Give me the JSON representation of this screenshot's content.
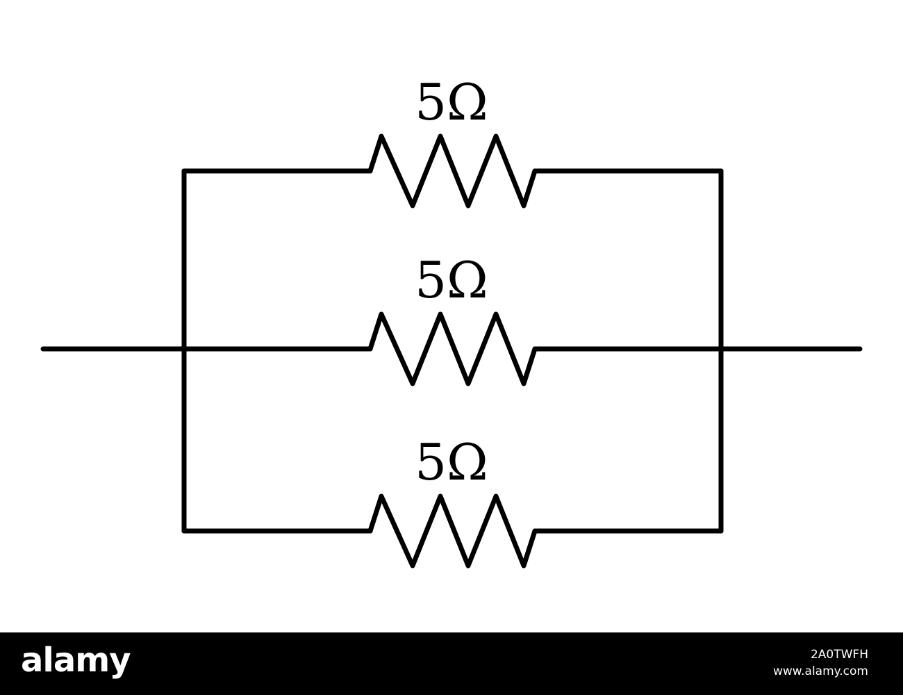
{
  "diagram": {
    "type": "parallel-resistor-circuit",
    "resistors": [
      {
        "id": "top",
        "label": "5Ω"
      },
      {
        "id": "middle",
        "label": "5Ω"
      },
      {
        "id": "bottom",
        "label": "5Ω"
      }
    ],
    "colors": {
      "stroke": "#000000",
      "background": "#ffffff"
    }
  },
  "watermark": {
    "brand": "alamy",
    "image_id": "2A0TWFH",
    "site": "www.alamy.com",
    "colors": {
      "bar": "#000000",
      "text": "#ffffff"
    }
  }
}
